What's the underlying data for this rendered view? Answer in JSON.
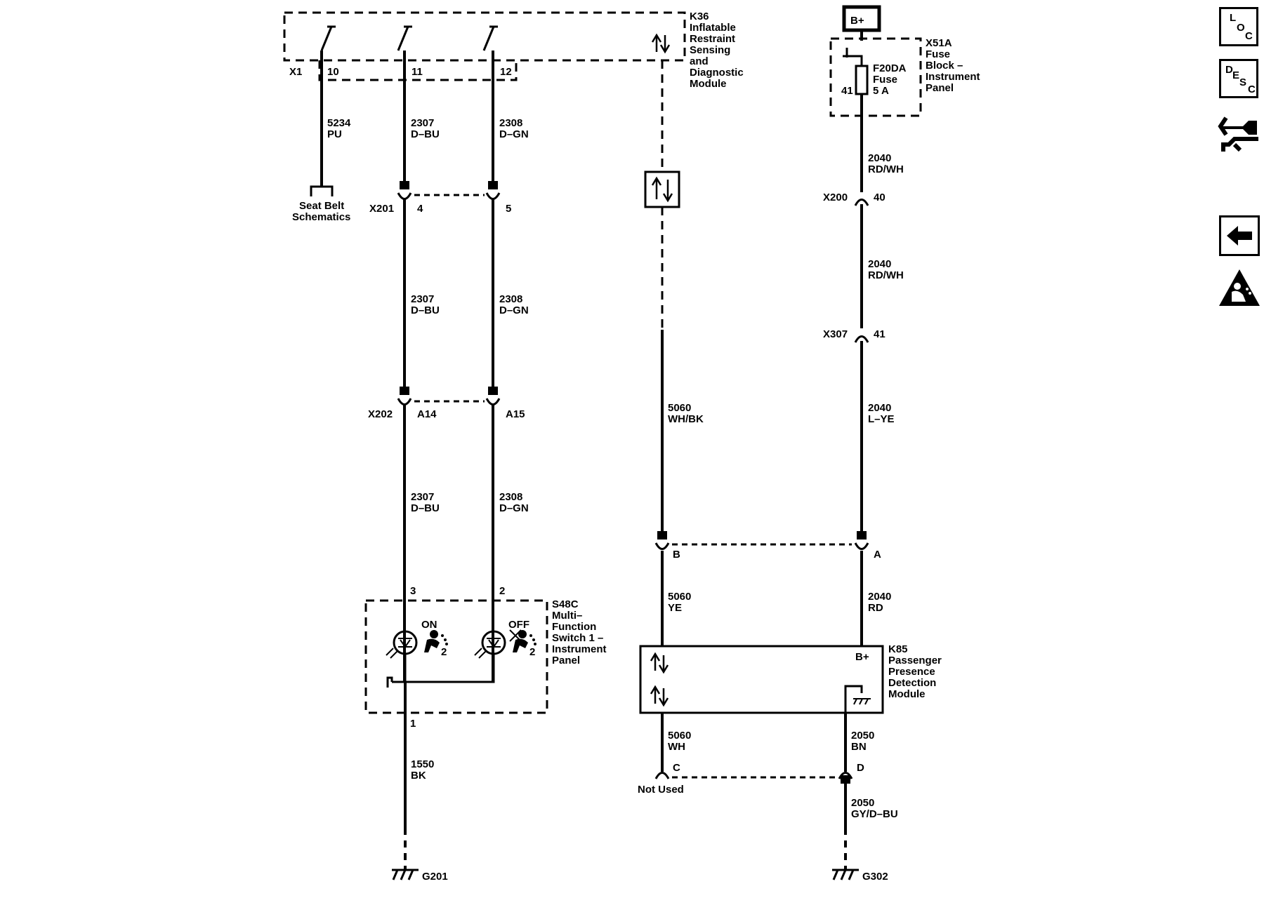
{
  "k36": {
    "ref": "K36",
    "lines": [
      "Inflatable",
      "Restraint",
      "Sensing",
      "and",
      "Diagnostic",
      "Module"
    ]
  },
  "k36_conn": {
    "name": "X1",
    "pins": [
      "10",
      "11",
      "12"
    ]
  },
  "fuse_block": {
    "ref": "X51A",
    "lines": [
      "Fuse",
      "Block –",
      "Instrument",
      "Panel"
    ]
  },
  "fuse": {
    "ref": "F20DA",
    "line2": "Fuse",
    "rating": "5 A",
    "pin": "41"
  },
  "bplus": "B+",
  "seat_belt": [
    "Seat Belt",
    "Schematics"
  ],
  "wires": {
    "w5234": [
      "5234",
      "PU"
    ],
    "w2307_a": [
      "2307",
      "D–BU"
    ],
    "w2308_a": [
      "2308",
      "D–GN"
    ],
    "w2307_b": [
      "2307",
      "D–BU"
    ],
    "w2308_b": [
      "2308",
      "D–GN"
    ],
    "w2307_c": [
      "2307",
      "D–BU"
    ],
    "w2308_c": [
      "2308",
      "D–GN"
    ],
    "w5060_a": [
      "5060",
      "WH/BK"
    ],
    "w2040_a": [
      "2040",
      "RD/WH"
    ],
    "w2040_b": [
      "2040",
      "RD/WH"
    ],
    "w2040_c": [
      "2040",
      "L–YE"
    ],
    "w5060_b": [
      "5060",
      "YE"
    ],
    "w2040_d": [
      "2040",
      "RD"
    ],
    "w5060_c": [
      "5060",
      "WH"
    ],
    "w2050_a": [
      "2050",
      "BN"
    ],
    "w2050_b": [
      "2050",
      "GY/D–BU"
    ],
    "w1550": [
      "1550",
      "BK"
    ]
  },
  "connectors": {
    "x201": {
      "name": "X201",
      "pins": [
        "4",
        "5"
      ]
    },
    "x202": {
      "name": "X202",
      "pins": [
        "A14",
        "A15"
      ]
    },
    "x200": {
      "name": "X200",
      "pin": "40"
    },
    "x307": {
      "name": "X307",
      "pin": "41"
    },
    "k85_top": {
      "pins": [
        "B",
        "A"
      ]
    },
    "k85_bottom": {
      "pins": [
        "C",
        "D"
      ],
      "not_used": "Not Used"
    }
  },
  "s48c": {
    "ref": "S48C",
    "lines": [
      "Multi–",
      "Function",
      "Switch 1 –",
      "Instrument",
      "Panel"
    ],
    "pins": [
      "3",
      "2",
      "1"
    ],
    "on": "ON",
    "off": "OFF",
    "sub2": "2"
  },
  "k85": {
    "ref": "K85",
    "lines": [
      "Passenger",
      "Presence",
      "Detection",
      "Module"
    ],
    "bplus": "B+"
  },
  "grounds": {
    "g201": "G201",
    "g302": "G302"
  },
  "sidebar": {
    "loc": [
      "L",
      "O",
      "C"
    ],
    "desc": [
      "D",
      "E",
      "S",
      "C"
    ]
  }
}
